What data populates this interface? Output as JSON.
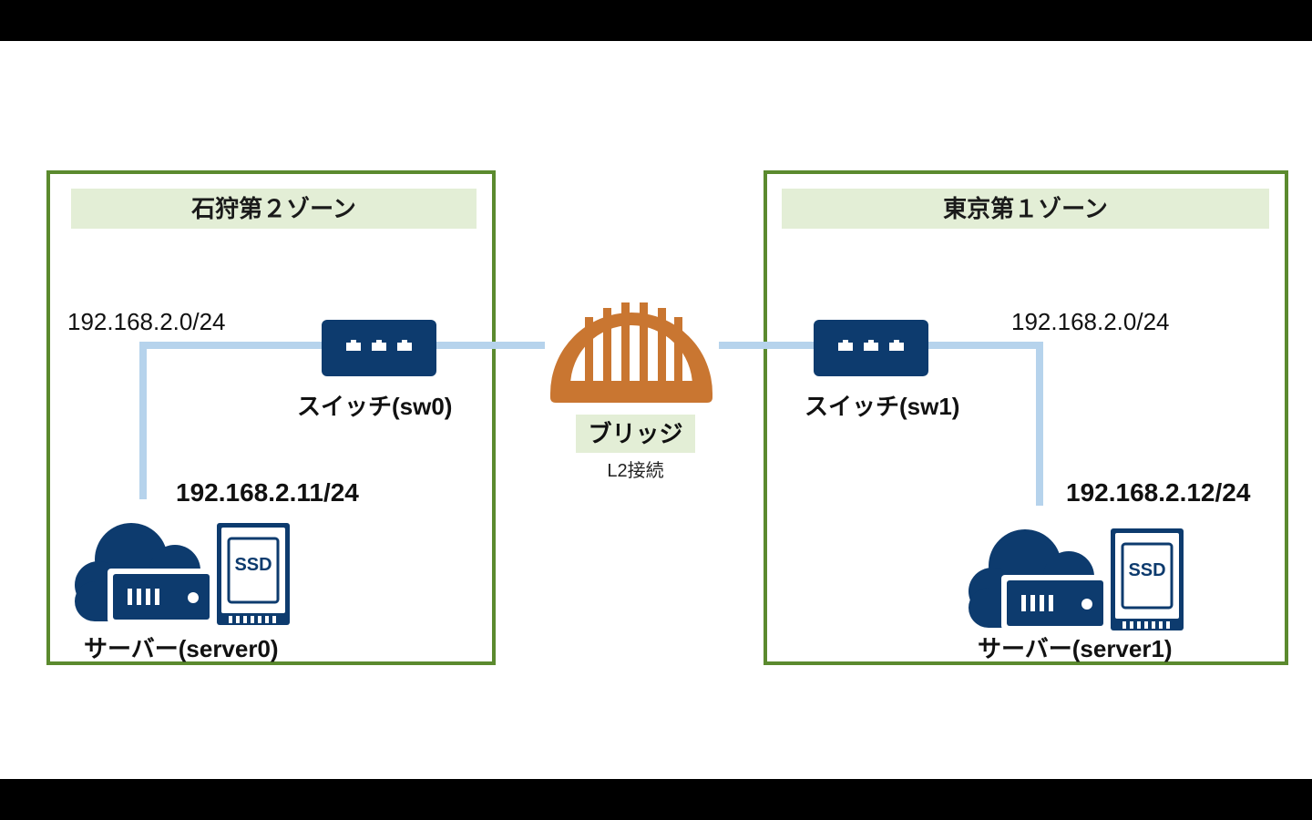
{
  "zones": {
    "left": {
      "title": "石狩第２ゾーン"
    },
    "right": {
      "title": "東京第１ゾーン"
    }
  },
  "left": {
    "network": "192.168.2.0/24",
    "switch_label": "スイッチ(sw0)",
    "server_ip": "192.168.2.11/24",
    "server_label": "サーバー(server0)",
    "ssd_text": "SSD"
  },
  "right": {
    "network": "192.168.2.0/24",
    "switch_label": "スイッチ(sw1)",
    "server_ip": "192.168.2.12/24",
    "server_label": "サーバー(server1)",
    "ssd_text": "SSD"
  },
  "bridge": {
    "label": "ブリッジ",
    "sublabel": "L2接続"
  },
  "colors": {
    "zone_border": "#5b8a2e",
    "zone_header_bg": "#e3eed6",
    "device_navy": "#0d3b6e",
    "bridge_orange": "#c97631",
    "wire": "#b6d3ec"
  }
}
